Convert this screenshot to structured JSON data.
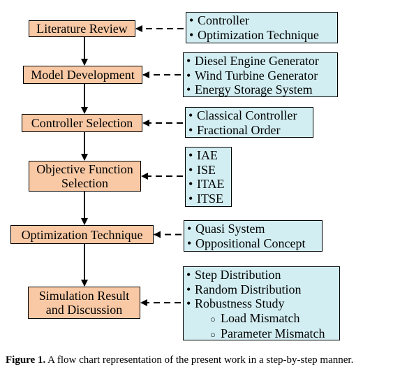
{
  "steps": [
    {
      "label": "Literature Review"
    },
    {
      "label": "Model Development"
    },
    {
      "label": "Controller Selection"
    },
    {
      "label": "Objective Function\nSelection"
    },
    {
      "label": "Optimization Technique"
    },
    {
      "label": "Simulation Result\nand Discussion"
    }
  ],
  "details": [
    {
      "items": [
        {
          "text": "Controller"
        },
        {
          "text": "Optimization Technique"
        }
      ]
    },
    {
      "items": [
        {
          "text": "Diesel Engine Generator"
        },
        {
          "text": "Wind Turbine Generator"
        },
        {
          "text": "Energy Storage System"
        }
      ]
    },
    {
      "items": [
        {
          "text": "Classical Controller"
        },
        {
          "text": "Fractional Order"
        }
      ]
    },
    {
      "items": [
        {
          "text": "IAE"
        },
        {
          "text": "ISE"
        },
        {
          "text": "ITAE"
        },
        {
          "text": "ITSE"
        }
      ]
    },
    {
      "items": [
        {
          "text": "Quasi System"
        },
        {
          "text": "Oppositional Concept"
        }
      ]
    },
    {
      "items": [
        {
          "text": "Step Distribution"
        },
        {
          "text": "Random Distribution"
        },
        {
          "text": "Robustness Study"
        },
        {
          "text": "Load Mismatch",
          "sub": true
        },
        {
          "text": "Parameter Mismatch",
          "sub": true
        }
      ]
    }
  ],
  "symbols": {
    "bullet": "•",
    "sub_bullet": "○"
  },
  "caption": {
    "label": "Figure 1.",
    "text": " A flow chart representation of the present work in a step-by-step manner."
  },
  "colors": {
    "step_fill": "#f9c9a5",
    "detail_fill": "#d2eef2",
    "line": "#000000"
  }
}
